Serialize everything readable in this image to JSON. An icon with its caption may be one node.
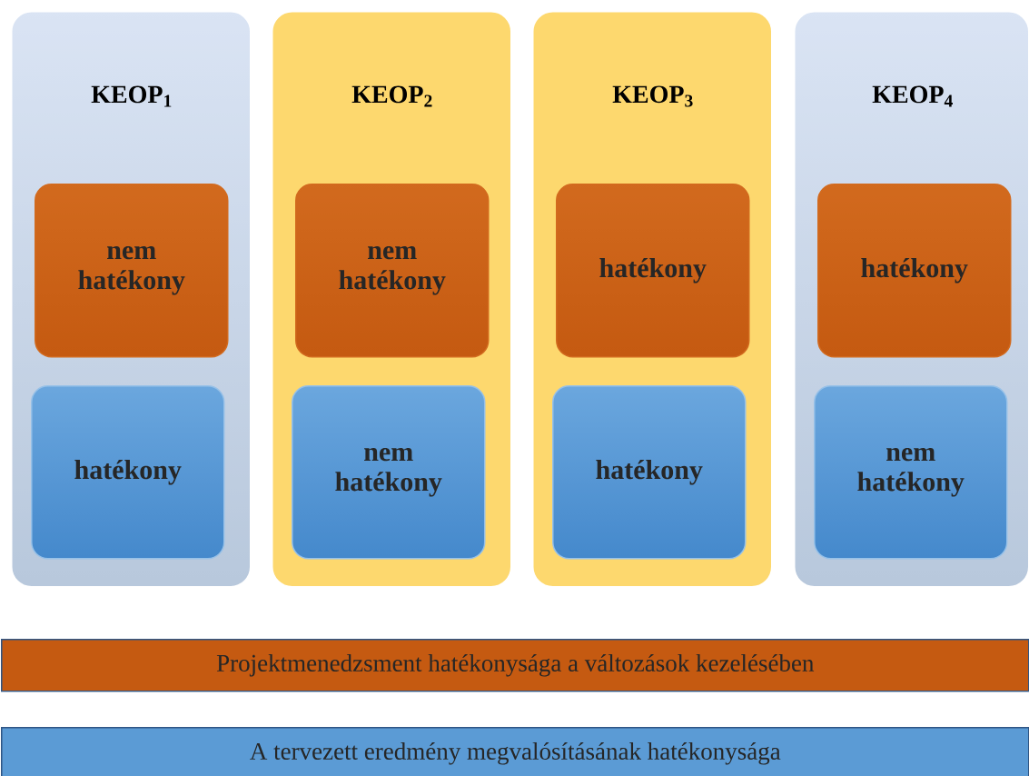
{
  "diagram": {
    "nodes": [
      {
        "text": [
          "KEOP$_{1}$"
        ]
      },
      {
        "text": [
          "nem hatékony"
        ],
        "in": 0
      },
      {
        "text": [
          "hatékony"
        ],
        "in": 0
      },
      {
        "text": [
          "KEOP$_{2}$"
        ]
      },
      {
        "text": [
          "nem hatékony"
        ],
        "in": 3
      },
      {
        "text": [
          "nem hatékony"
        ],
        "in": 3
      },
      {
        "text": [
          "KEOP$_{3}$"
        ]
      },
      {
        "text": [
          "hatékony"
        ],
        "in": 6
      },
      {
        "text": [
          "hatékony"
        ],
        "in": 6
      },
      {
        "text": [
          "KEOP$_{4}$"
        ]
      },
      {
        "text": [
          "hatékony"
        ],
        "in": 9
      },
      {
        "text": [
          "nem hatékony"
        ],
        "in": 9
      },
      {
        "text": [
          "Projektmenedzsment hatékonysága a változások kezelésében"
        ]
      },
      {
        "text": [
          "A tervezett eredmény megvalósításának hatékonysága"
        ]
      }
    ]
  }
}
